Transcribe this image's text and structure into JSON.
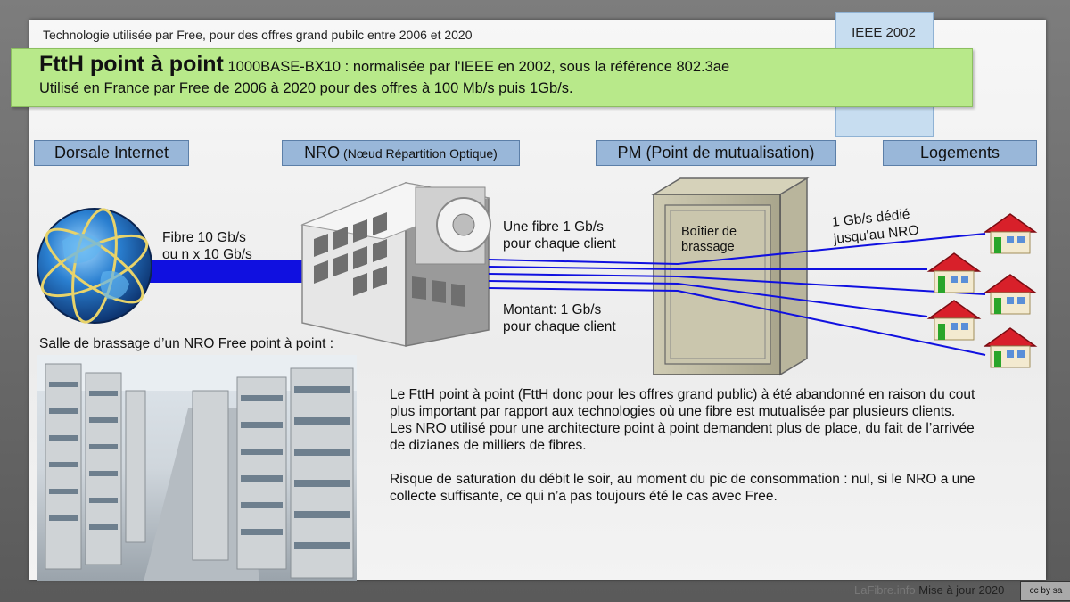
{
  "top_caption": "Technologie utilisée par Free, pour des offres grand pubilc entre 2006 et 2020",
  "standard_tag": "IEEE 2002",
  "title": {
    "bold": "FttH point à point",
    "rest": " 1000BASE-BX10 : normalisée par l'IEEE en 2002, sous la référence 802.3ae",
    "line2": "Utilisé en France par Free de 2006 à 2020 pour des offres à 100 Mb/s puis 1Gb/s."
  },
  "headers": {
    "dorsale": "Dorsale Internet",
    "nro_main": "NRO",
    "nro_sub": " (Nœud Répartition Optique)",
    "pm": "PM (Point de mutualisation)",
    "logements": "Logements"
  },
  "labels": {
    "backbone_line1": "Fibre 10 Gb/s",
    "backbone_line2": "ou n x 10 Gb/s",
    "down_line1": "Une fibre 1 Gb/s",
    "down_line2": "pour chaque client",
    "up_line1": "Montant: 1 Gb/s",
    "up_line2": "pour chaque client",
    "box_line1": "Boîtier de",
    "box_line2": "brassage",
    "dedicated_line1": "1 Gb/s dédié",
    "dedicated_line2": "jusqu'au NRO"
  },
  "photo_caption": "Salle de brassage d’un NRO Free point à point :",
  "paragraph1": [
    "Le FttH point à point (FttH donc pour les offres grand public) à été abandonné en raison du cout",
    "plus important par rapport aux technologies où une fibre est mutualisée par plusieurs clients.",
    "Les NRO utilisé pour une architecture point à point demandent plus de place, du fait de l’arrivée",
    "de dizianes de milliers de fibres."
  ],
  "paragraph2": [
    "Risque de saturation du débit le soir, au moment du pic de consommation : nul, si le NRO a une",
    "collecte suffisante, ce qui n’a pas toujours été le cas avec Free."
  ],
  "footer": {
    "brand": "LaFibre.info",
    "update": " Mise à jour 2020",
    "license": "cc by sa"
  },
  "colors": {
    "title_bg": "#b8e98a",
    "header_bg": "#99b7d9",
    "ieee_bg": "#c7ddf0",
    "fiber": "#1010e0",
    "roof": "#d8202a"
  }
}
